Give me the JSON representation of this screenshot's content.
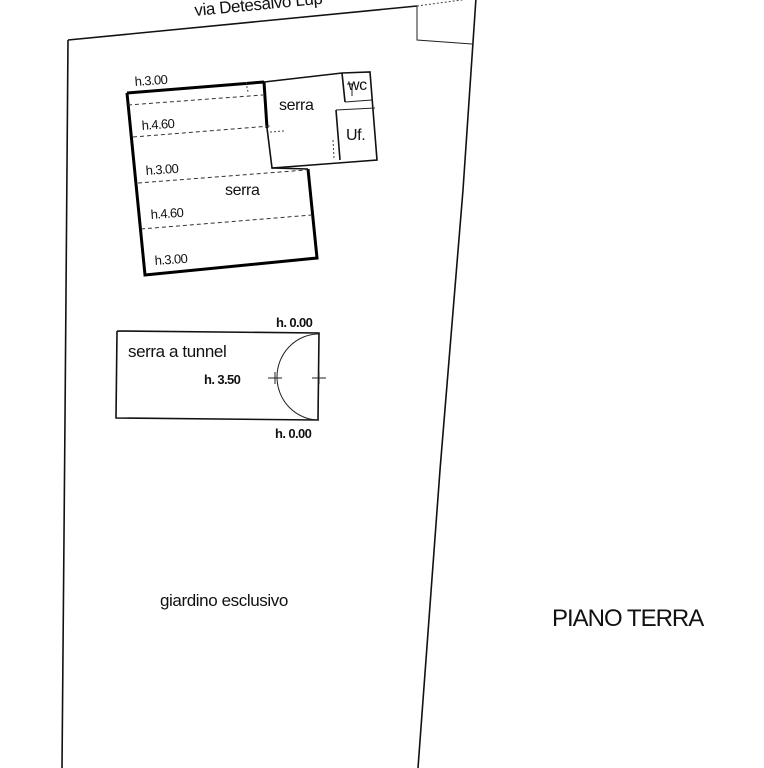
{
  "street": {
    "label": "via Detesalvo Lup"
  },
  "greenhouse_block": {
    "heights": [
      "h.3.00",
      "h.4.60",
      "h.3.00",
      "h.4.60",
      "h.3.00"
    ],
    "room_upper": "serra",
    "room_lower": "serra",
    "wc": "wc",
    "office": "Uf."
  },
  "tunnel": {
    "name": "serra a tunnel",
    "height_top": "h. 0.00",
    "height_mid": "h. 3.50",
    "height_bottom": "h. 0.00"
  },
  "garden": {
    "label": "giardino esclusivo"
  },
  "floor_title": "PIANO TERRA"
}
